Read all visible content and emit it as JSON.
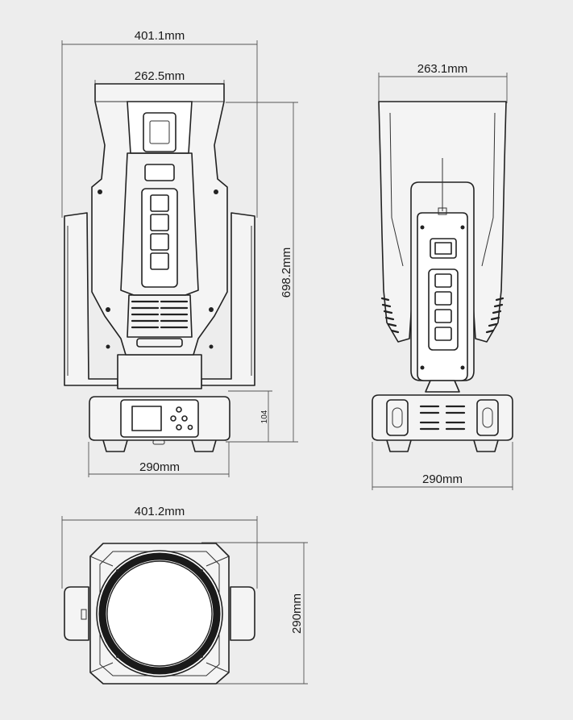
{
  "dimensions": {
    "front_width": "401.1mm",
    "front_head_width": "262.5mm",
    "height": "698.2mm",
    "base_height": "104",
    "front_base_width": "290mm",
    "side_width": "263.1mm",
    "side_base_width": "290mm",
    "top_width": "401.2mm",
    "top_depth": "290mm"
  },
  "colors": {
    "background": "#ededed",
    "line": "#222222"
  }
}
